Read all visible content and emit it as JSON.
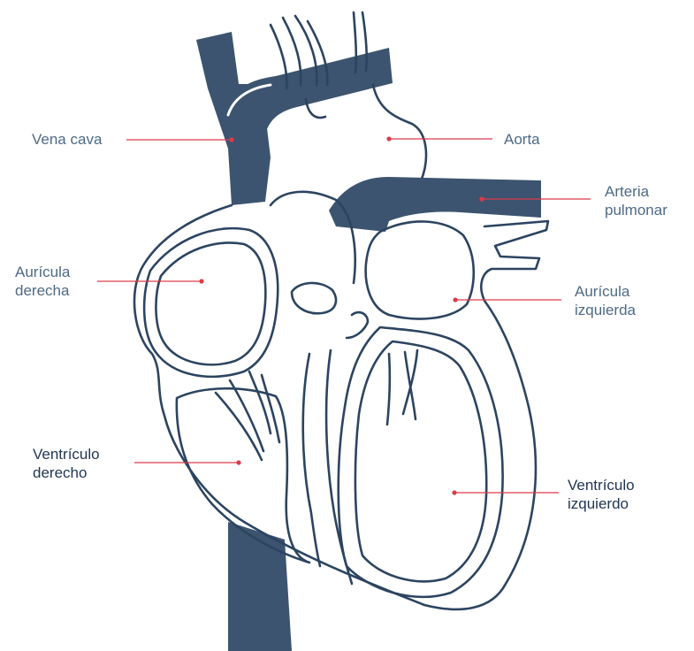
{
  "colors": {
    "vessel": "#3c546f",
    "outline": "#2c4460",
    "leader_line": "#dc3b4a",
    "label_text": "#4e6a85",
    "label_text_strong": "#1f3550",
    "background": "#ffffff"
  },
  "labels": {
    "vena_cava": "Vena cava",
    "aorta": "Aorta",
    "arteria_pulmonar": [
      "Arteria",
      "pulmonar"
    ],
    "auricula_derecha": [
      "Aurícula",
      "derecha"
    ],
    "auricula_izquierda": [
      "Aurícula",
      "izquierda"
    ],
    "ventriculo_derecho": [
      "Ventrículo",
      "derecho"
    ],
    "ventriculo_izquierdo": [
      "Ventrículo",
      "izquierdo"
    ]
  }
}
